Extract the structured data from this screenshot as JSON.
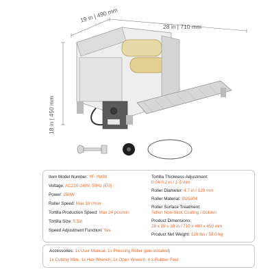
{
  "dimensions": {
    "width": "19 in | 490 mm",
    "length": "28 in | 710 mm",
    "height": "18 in | 450 mm"
  },
  "specs_left": [
    {
      "label": "Item Model Number:",
      "value": "YF-YM38"
    },
    {
      "label": "Voltage:",
      "value": "AC220-240V, 50Hz (EU)"
    },
    {
      "label": "Power:",
      "value": "250W"
    },
    {
      "label": "Roller Speed:",
      "value": "Max 18 r/min"
    },
    {
      "label": "Tortilla Production Speed:",
      "value": "Max 24 pcs/min"
    },
    {
      "label": "Tortilla Size:",
      "value": "5.5in"
    },
    {
      "label": "Speed Adjustment Function:",
      "value": "Yes"
    }
  ],
  "specs_right": [
    {
      "label": "Tortilla Thickness Adjustment:",
      "value": "0.04-0.2 in / 1-5 mm"
    },
    {
      "label": "Roller Diameter:",
      "value": "4.7 in / 120 mm"
    },
    {
      "label": "Roller Material:",
      "value": "SUS304"
    },
    {
      "label": "Roller Surface Treatment:",
      "value": "Teflon Non-Stick Coating / Golden"
    },
    {
      "label": "Product Dimensions:",
      "value": "28 x 19 x 18 in / 710 x 490 x 450 mm"
    },
    {
      "label": "Product Net Weight:",
      "value": "128 lbs / 58.0 kg"
    }
  ],
  "accessories": {
    "label": "Accessories:",
    "line1": "1x User Manual,  1x Pressing Roller (pre-installed)",
    "line2": "1x Cutting Wire,  1x Hex Wrench,  1x Open Wrench,  4 x Rubber Feet"
  },
  "colors": {
    "accent": "#e8692a",
    "label": "#222222",
    "border": "#c9c9c9"
  }
}
